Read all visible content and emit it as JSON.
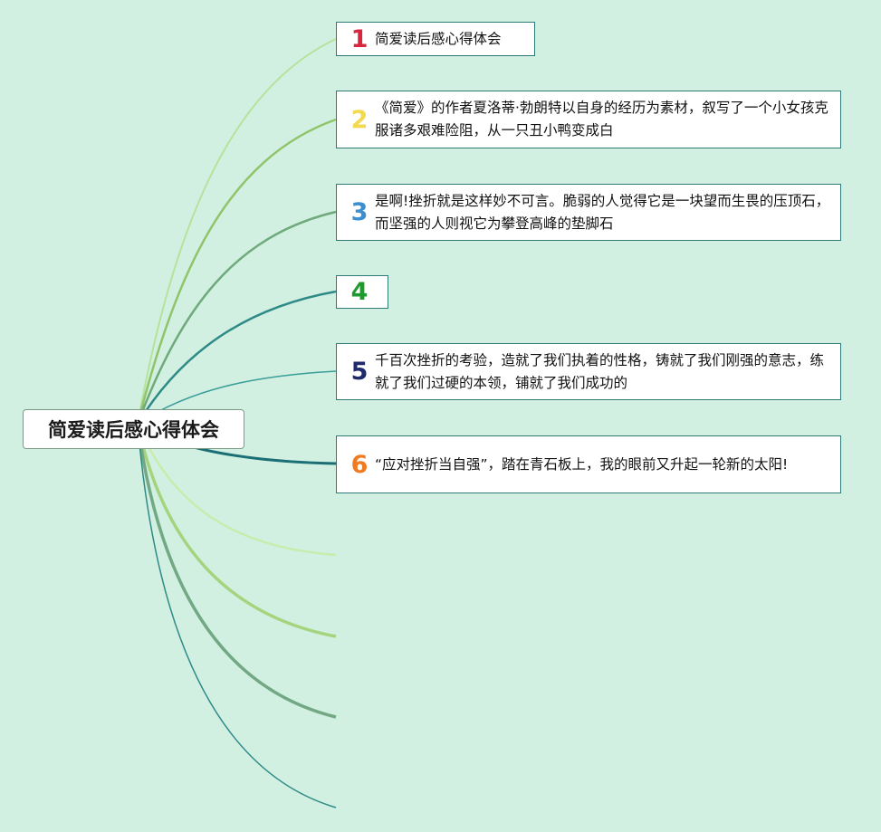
{
  "root": {
    "label": "简爱读后感心得体会"
  },
  "nodes": [
    {
      "num": "1",
      "color": "#d7263d",
      "text": "简爱读后感心得体会"
    },
    {
      "num": "2",
      "color": "#f2d94e",
      "text": "《简爱》的作者夏洛蒂·勃朗特以自身的经历为素材，叙写了一个小女孩克服诸多艰难险阻，从一只丑小鸭变成白"
    },
    {
      "num": "3",
      "color": "#3b8fd0",
      "text": "是啊!挫折就是这样妙不可言。脆弱的人觉得它是一块望而生畏的压顶石，而坚强的人则视它为攀登高峰的垫脚石"
    },
    {
      "num": "4",
      "color": "#1e9a2e",
      "text": ""
    },
    {
      "num": "5",
      "color": "#1f2a6b",
      "text": "千百次挫折的考验，造就了我们执着的性格，铸就了我们刚强的意志，练就了我们过硬的本领，铺就了我们成功的"
    },
    {
      "num": "6",
      "color": "#f07a22",
      "text": "“应对挫折当自强”，踏在青石板上，我的眼前又升起一轮新的太阳!"
    }
  ],
  "colors": {
    "background": "#d2f0e1",
    "node_border": "#2e7a78",
    "edge_light": "#b5e39b",
    "edge_mid": "#8fc46a",
    "edge_sage": "#6faa7c",
    "edge_teal": "#2e8a87",
    "edge_dark": "#1a6e74"
  }
}
